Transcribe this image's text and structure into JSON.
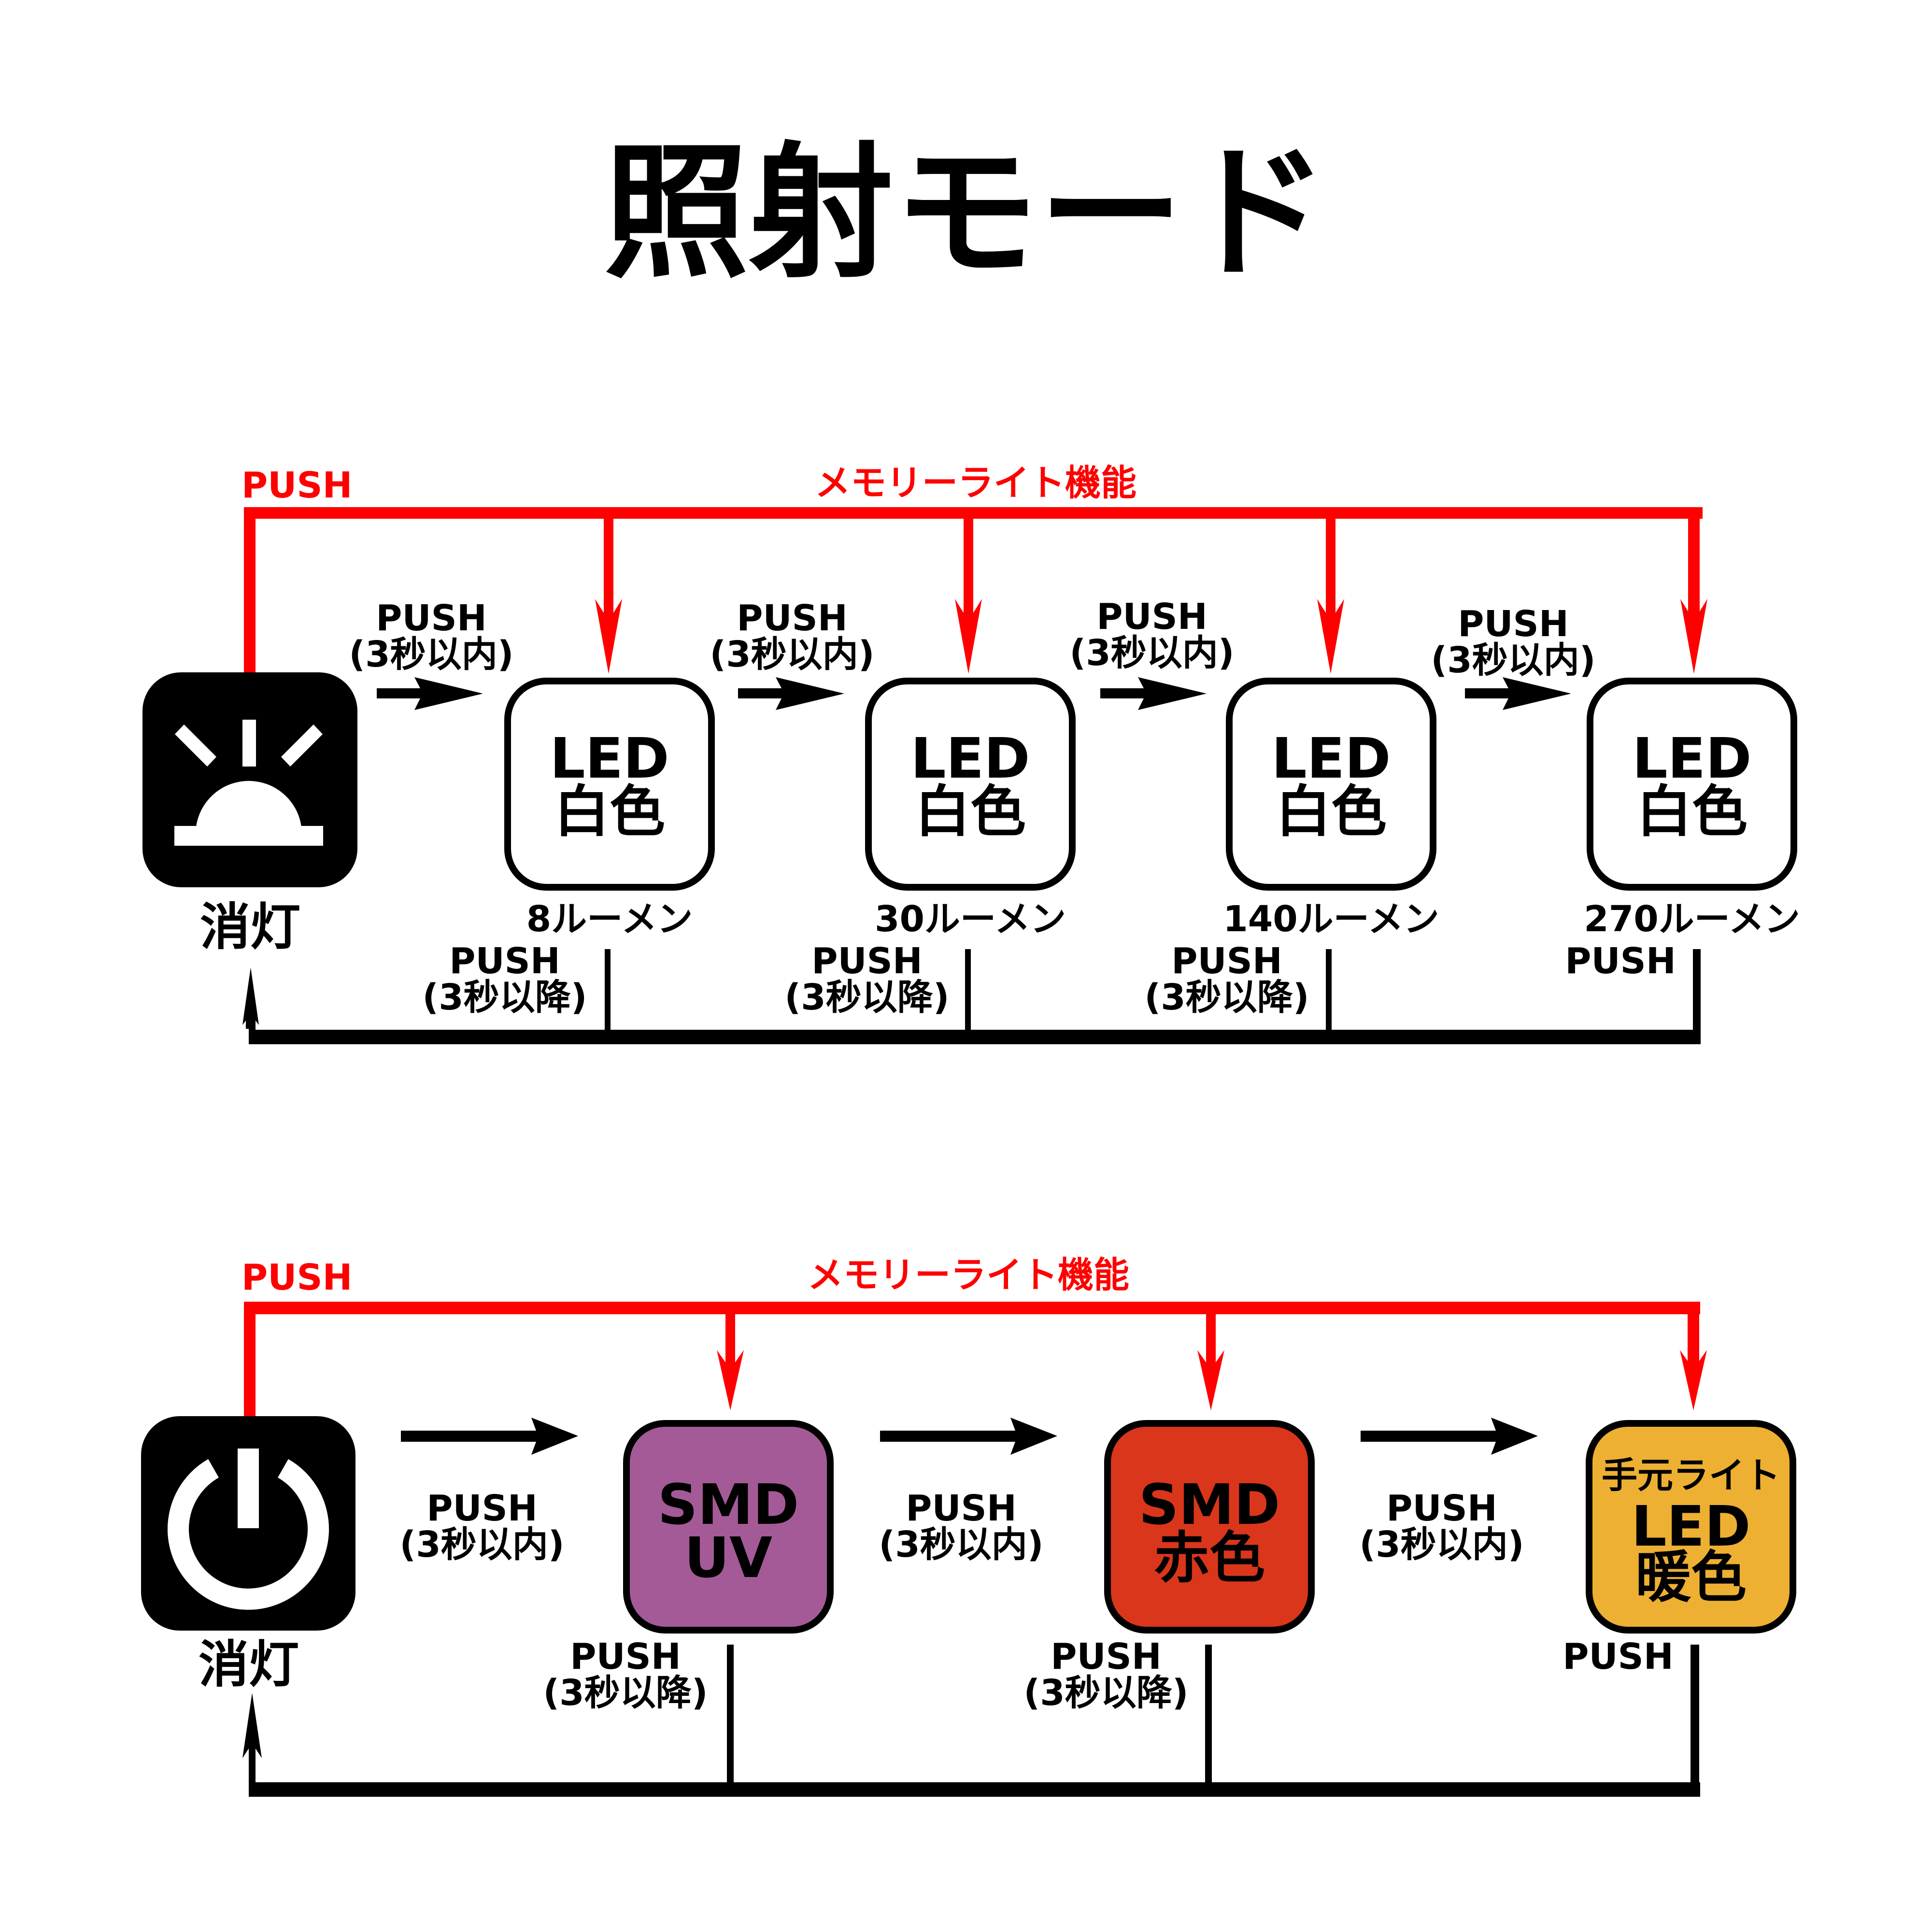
{
  "title": "照射モード",
  "colors": {
    "memory_line": "#ff0000",
    "flow_line": "#000000",
    "uv_box": "#a45a97",
    "red_box": "#d9361b",
    "warm_box": "#edb033"
  },
  "top_flow": {
    "memory_push_label": "PUSH",
    "memory_label": "メモリーライト機能",
    "off_icon": "lamp-off-icon",
    "off_label": "消灯",
    "forward_push": "PUSH",
    "forward_note": "(3秒以内)",
    "back_push": "PUSH",
    "back_note": "(3秒以降)",
    "modes": [
      {
        "line1": "LED",
        "line2": "白色",
        "lumens": "8ルーメン",
        "back_push": "PUSH",
        "back_note": "(3秒以降)"
      },
      {
        "line1": "LED",
        "line2": "白色",
        "lumens": "30ルーメン",
        "back_push": "PUSH",
        "back_note": "(3秒以降)"
      },
      {
        "line1": "LED",
        "line2": "白色",
        "lumens": "140ルーメン",
        "back_push": "PUSH",
        "back_note": "(3秒以降)"
      },
      {
        "line1": "LED",
        "line2": "白色",
        "lumens": "270ルーメン",
        "back_push": "PUSH",
        "back_note": ""
      }
    ],
    "transitions": [
      {
        "push": "PUSH",
        "note": "(3秒以内)"
      },
      {
        "push": "PUSH",
        "note": "(3秒以内)"
      },
      {
        "push": "PUSH",
        "note": "(3秒以内)"
      },
      {
        "push": "PUSH",
        "note": "(3秒以内)"
      }
    ]
  },
  "bottom_flow": {
    "memory_push_label": "PUSH",
    "memory_label": "メモリーライト機能",
    "off_icon": "power-icon",
    "off_label": "消灯",
    "modes": [
      {
        "line0": "",
        "line1": "SMD",
        "line2": "UV",
        "back_push": "PUSH",
        "back_note": "(3秒以降)"
      },
      {
        "line0": "",
        "line1": "SMD",
        "line2": "赤色",
        "back_push": "PUSH",
        "back_note": "(3秒以降)"
      },
      {
        "line0": "手元ライト",
        "line1": "LED",
        "line2": "暖色",
        "back_push": "PUSH",
        "back_note": ""
      }
    ],
    "transitions": [
      {
        "push": "PUSH",
        "note": "(3秒以内)"
      },
      {
        "push": "PUSH",
        "note": "(3秒以内)"
      },
      {
        "push": "PUSH",
        "note": "(3秒以内)"
      }
    ]
  }
}
